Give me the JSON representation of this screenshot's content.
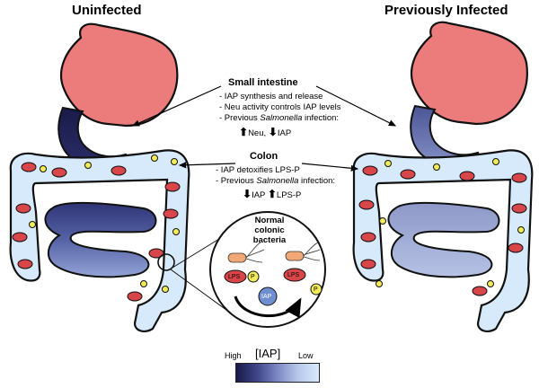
{
  "titles": {
    "left": "Uninfected",
    "right": "Previously Infected"
  },
  "small_intestine": {
    "heading": "Small intestine",
    "bullets": [
      "- IAP synthesis and release",
      "- Neu activity controls IAP levels"
    ],
    "bullet3_prefix": "- Previous ",
    "bullet3_italic": "Salmonella",
    "bullet3_suffix": " infection:",
    "effect_neu": "Neu,",
    "effect_iap": "IAP"
  },
  "colon": {
    "heading": "Colon",
    "bullet1": "- IAP detoxifies LPS-P",
    "bullet2_prefix": "- Previous ",
    "bullet2_italic": "Salmonella",
    "bullet2_suffix": " infection:",
    "effect_iap": "IAP",
    "effect_lps": "LPS-P"
  },
  "inset": {
    "label": "Normal colonic bacteria",
    "lps_label": "LPS",
    "p_label": "P",
    "iap_label": "IAP"
  },
  "legend": {
    "high": "High",
    "title": "[IAP]",
    "low": "Low"
  },
  "colors": {
    "stomach": "#ec7b7b",
    "iap_high": "#1a1a4a",
    "iap_mid": "#4e5a9c",
    "iap_low": "#d6eafb",
    "lps_red": "#d9464a",
    "p_yellow": "#f3ec5a"
  }
}
